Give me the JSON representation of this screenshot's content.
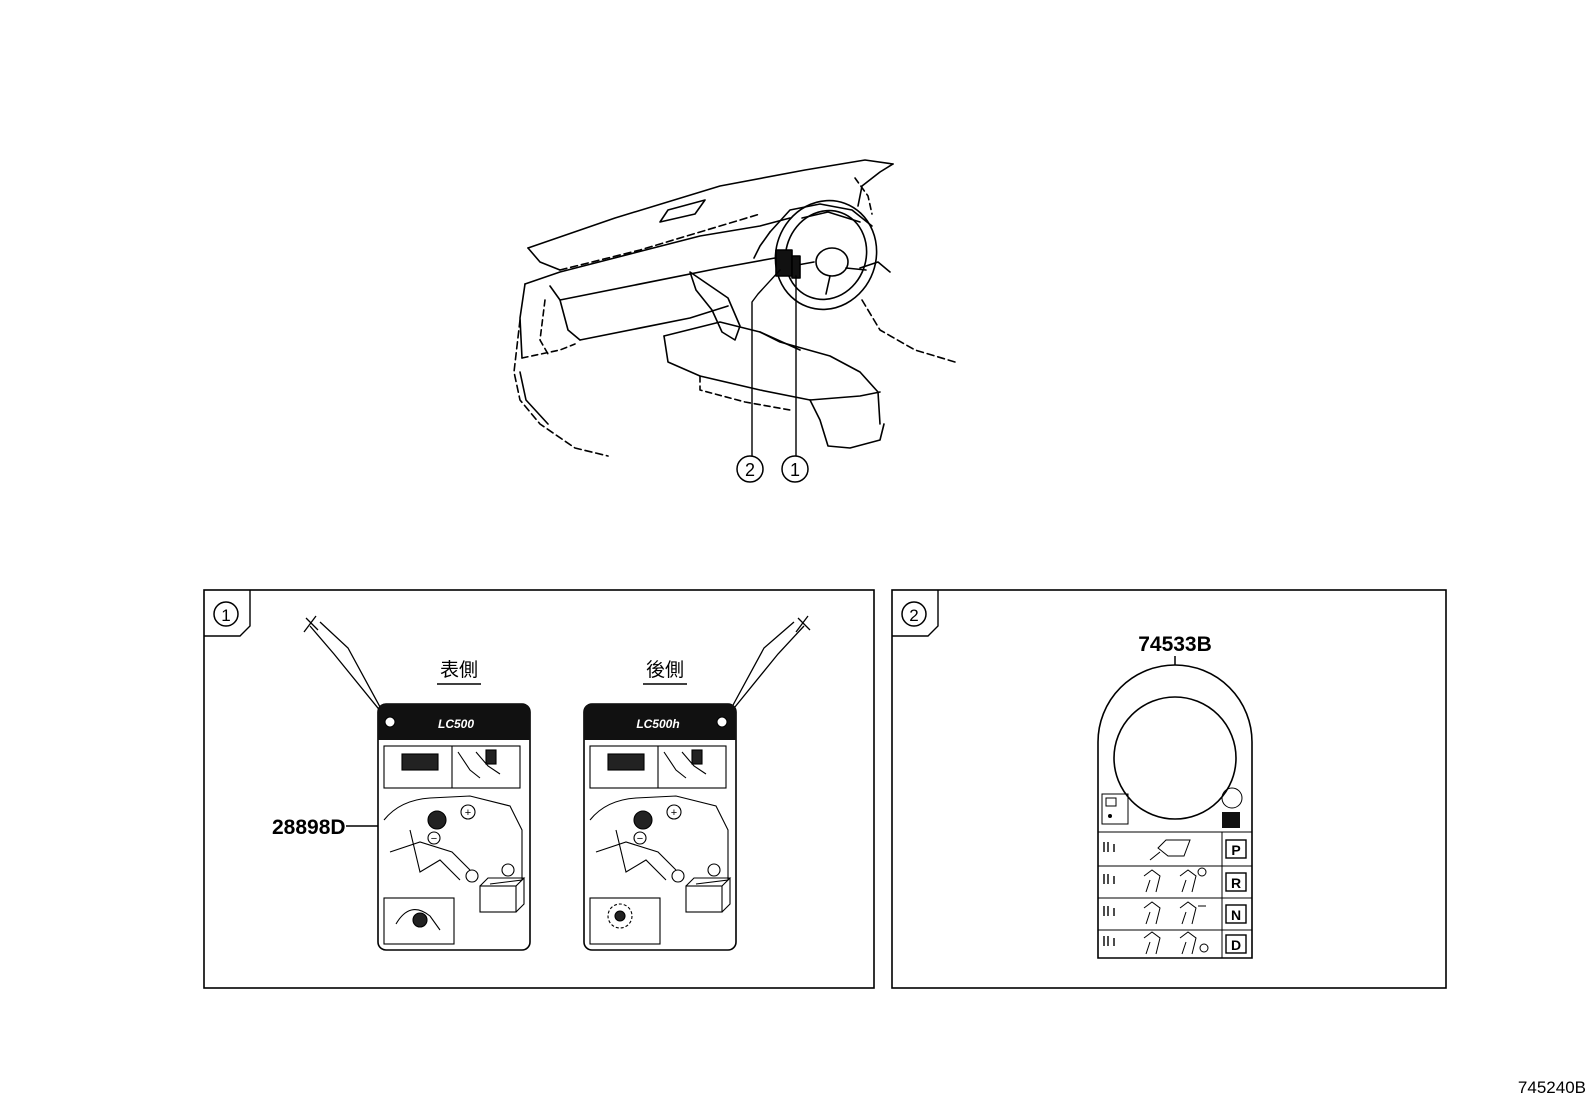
{
  "diagram_id": "745240B",
  "callouts": [
    {
      "number": "2"
    },
    {
      "number": "1"
    }
  ],
  "panel1": {
    "number": "1",
    "front_label": "表側",
    "rear_label": "後側",
    "tag_front_title": "LC500",
    "tag_rear_title": "LC500h",
    "part_number": "28898D"
  },
  "panel2": {
    "number": "2",
    "part_number": "74533B",
    "gear_letters": [
      "P",
      "R",
      "N",
      "D"
    ]
  }
}
